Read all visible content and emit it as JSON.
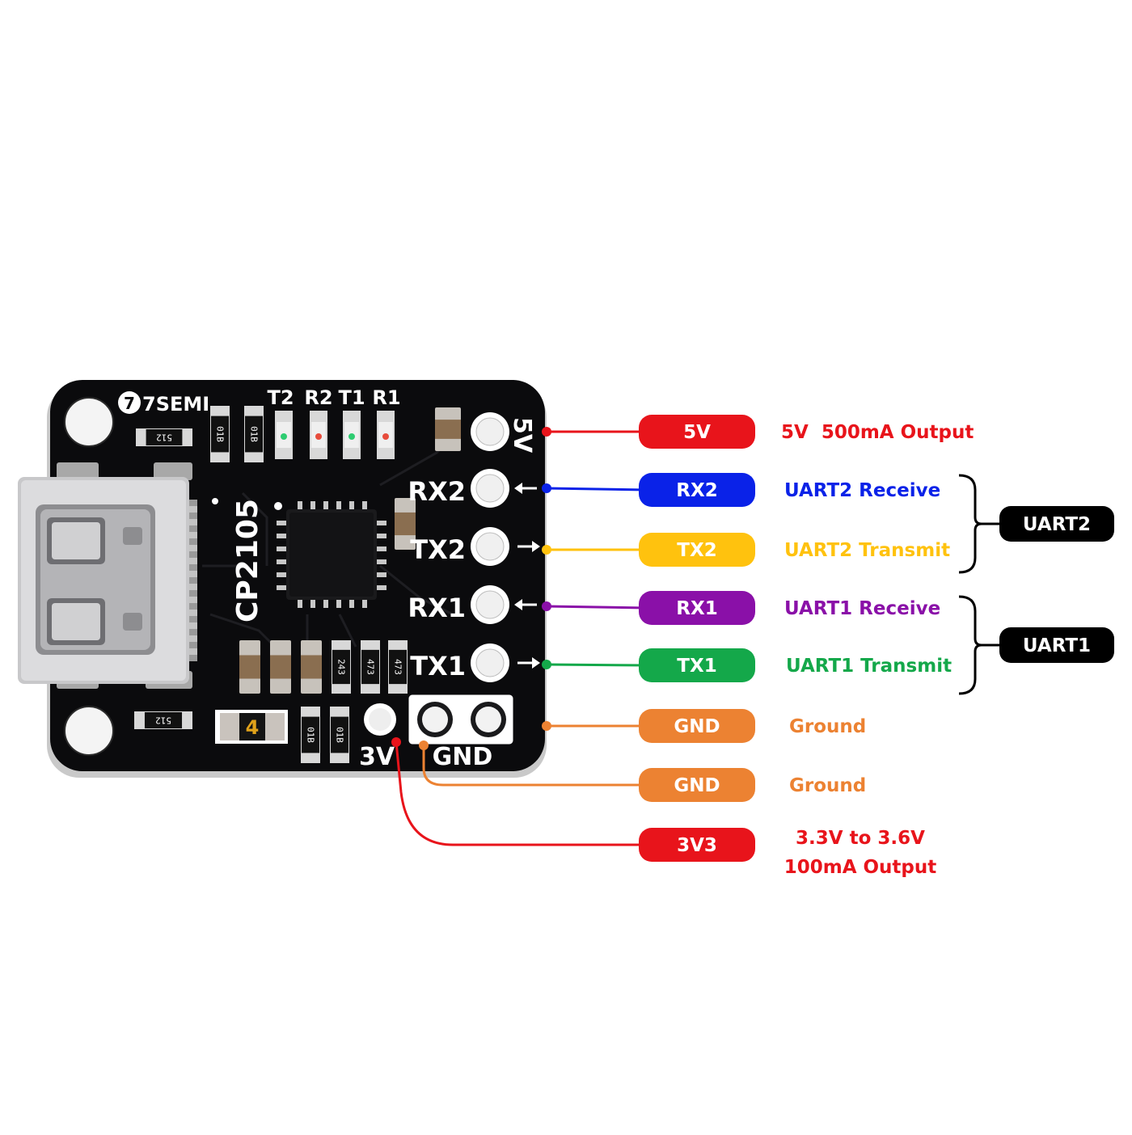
{
  "board": {
    "logo": "7SEMI",
    "chip_label": "CP2105",
    "led_labels": [
      "T2",
      "R2",
      "T1",
      "R1"
    ],
    "pin_labels": [
      "5V",
      "RX2",
      "TX2",
      "RX1",
      "TX1",
      "3V",
      "GND"
    ],
    "resistor_markings": [
      "512",
      "01B",
      "01B",
      "243",
      "473",
      "473",
      "512",
      "01B",
      "01B"
    ],
    "jumper_label": "4"
  },
  "pins": [
    {
      "name": "5V",
      "description": "5V  500mA Output",
      "color": "#e8141b"
    },
    {
      "name": "RX2",
      "description": "UART2 Receive",
      "color": "#0a22e8"
    },
    {
      "name": "TX2",
      "description": "UART2 Transmit",
      "color": "#ffc20e"
    },
    {
      "name": "RX1",
      "description": "UART1 Receive",
      "color": "#8a10a8"
    },
    {
      "name": "TX1",
      "description": "UART1 Transmit",
      "color": "#14a84a"
    },
    {
      "name": "GND",
      "description": "Ground",
      "color": "#ec8232"
    },
    {
      "name": "GND",
      "description": "Ground",
      "color": "#ec8232"
    },
    {
      "name": "3V3",
      "description": "3.3V to 3.6V",
      "description2": "100mA Output",
      "color": "#e8141b"
    }
  ],
  "groups": [
    {
      "name": "UART2",
      "color": "#000000"
    },
    {
      "name": "UART1",
      "color": "#000000"
    }
  ]
}
